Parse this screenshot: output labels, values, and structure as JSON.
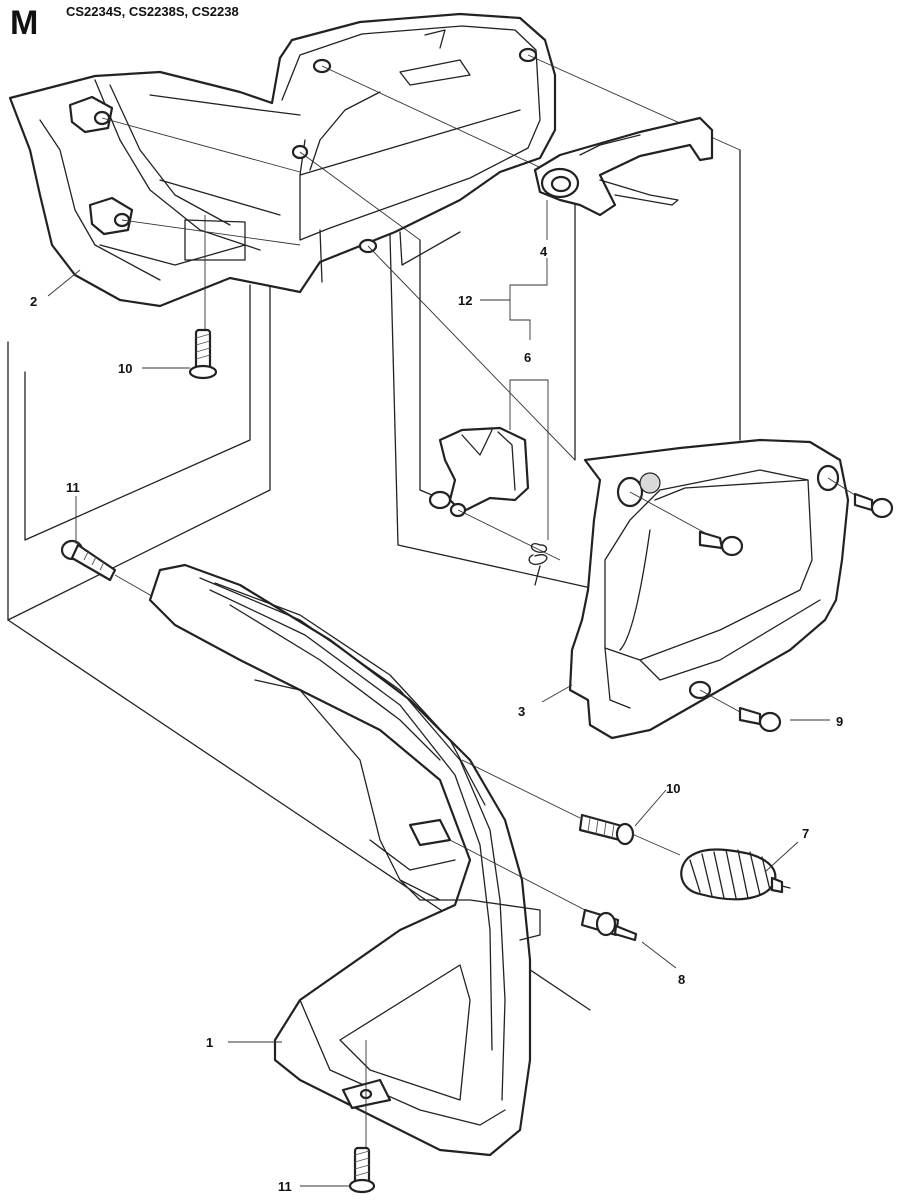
{
  "header": {
    "section_letter": "M",
    "models": "CS2234S, CS2238S, CS2238"
  },
  "callouts": [
    {
      "id": "c1",
      "label": "1"
    },
    {
      "id": "c2",
      "label": "2"
    },
    {
      "id": "c3",
      "label": "3"
    },
    {
      "id": "c4",
      "label": "4"
    },
    {
      "id": "c6",
      "label": "6"
    },
    {
      "id": "c7",
      "label": "7"
    },
    {
      "id": "c8",
      "label": "8"
    },
    {
      "id": "c9",
      "label": "9"
    },
    {
      "id": "c10a",
      "label": "10"
    },
    {
      "id": "c10b",
      "label": "10"
    },
    {
      "id": "c11a",
      "label": "11"
    },
    {
      "id": "c11b",
      "label": "11"
    },
    {
      "id": "c12",
      "label": "12"
    }
  ]
}
